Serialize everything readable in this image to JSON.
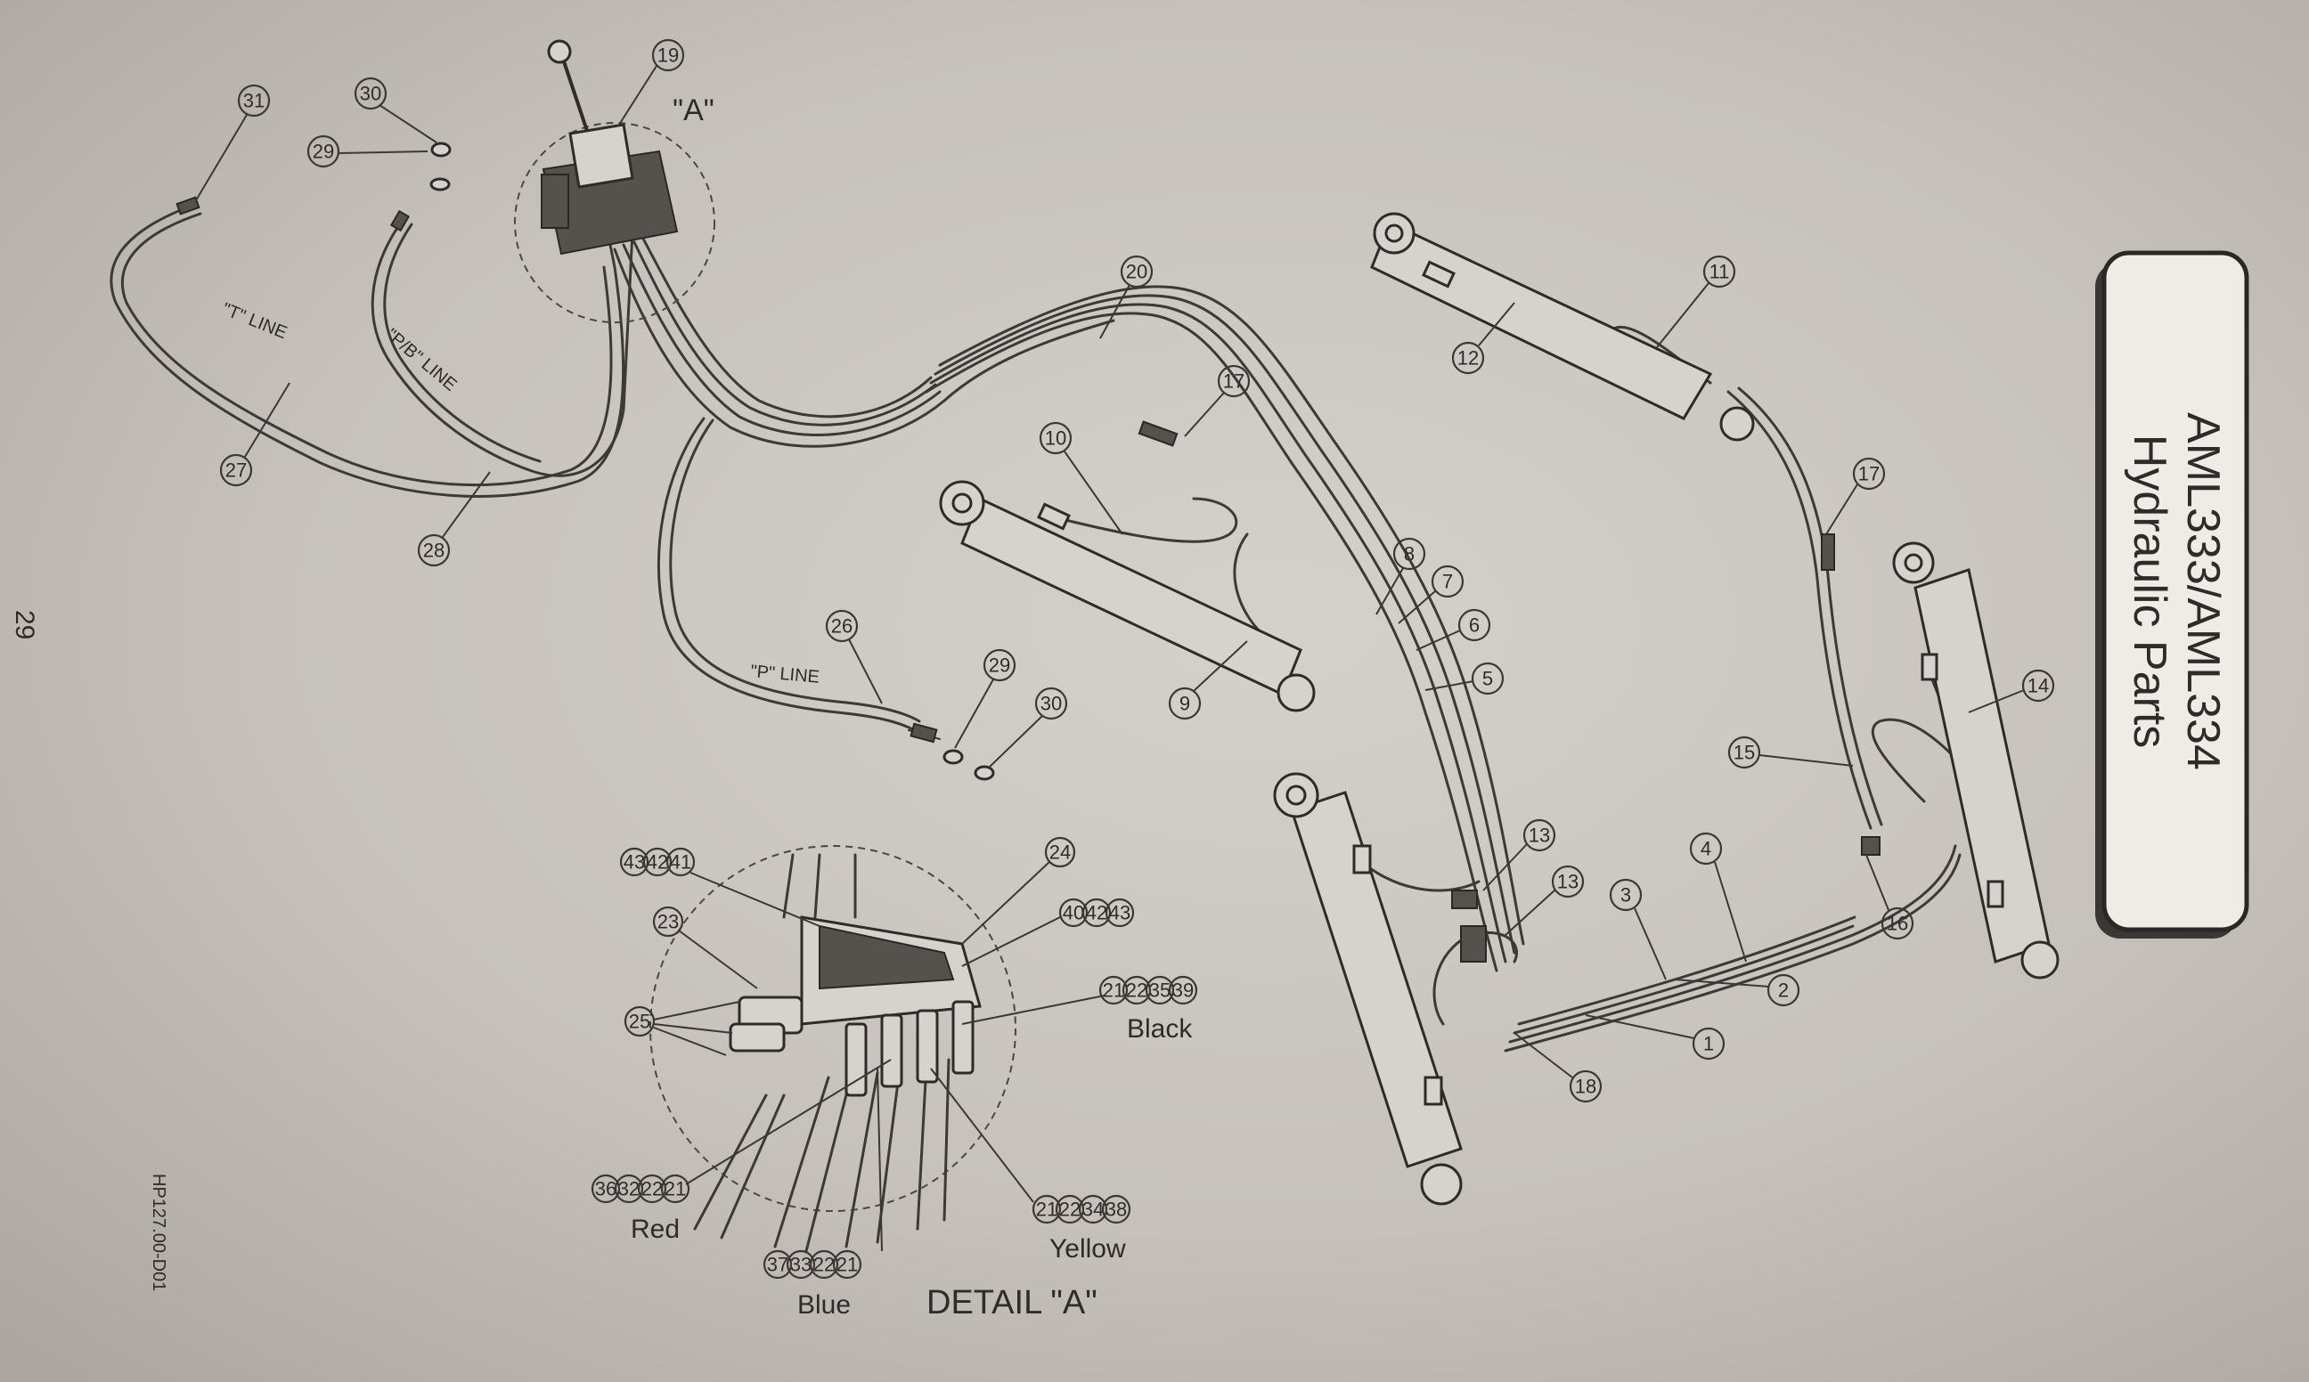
{
  "title": {
    "line1": "AML333/AML334",
    "line2": "Hydraulic Parts"
  },
  "page_number": "29",
  "drawing_number": "HP127.00-D01",
  "line_labels": {
    "t_line": "\"T\" LINE",
    "pb_line": "\"P/B\" LINE",
    "p_line": "\"P\" LINE"
  },
  "detail_marker": "\"A\"",
  "detail_title": "DETAIL \"A\"",
  "color_groups": {
    "red": {
      "label": "Red",
      "parts": [
        "36",
        "32",
        "22",
        "21"
      ]
    },
    "blue": {
      "label": "Blue",
      "parts": [
        "37",
        "33",
        "22",
        "21"
      ]
    },
    "yellow": {
      "label": "Yellow",
      "parts": [
        "21",
        "22",
        "34",
        "38"
      ]
    },
    "black": {
      "label": "Black",
      "parts": [
        "21",
        "22",
        "35",
        "39"
      ]
    }
  },
  "detail_groups": {
    "top_left": [
      "43",
      "42",
      "41"
    ],
    "top_right": [
      "40",
      "42",
      "43"
    ]
  },
  "callouts": {
    "c1": "1",
    "c2": "2",
    "c3": "3",
    "c4": "4",
    "c5": "5",
    "c6": "6",
    "c7": "7",
    "c8": "8",
    "c9": "9",
    "c10": "10",
    "c11": "11",
    "c12": "12",
    "c13a": "13",
    "c13b": "13",
    "c14": "14",
    "c15": "15",
    "c16": "16",
    "c17a": "17",
    "c17b": "17",
    "c18": "18",
    "c19": "19",
    "c20": "20",
    "c23": "23",
    "c24": "24",
    "c25": "25",
    "c26": "26",
    "c27": "27",
    "c28": "28",
    "c29a": "29",
    "c29b": "29",
    "c30a": "30",
    "c30b": "30",
    "c31": "31"
  }
}
